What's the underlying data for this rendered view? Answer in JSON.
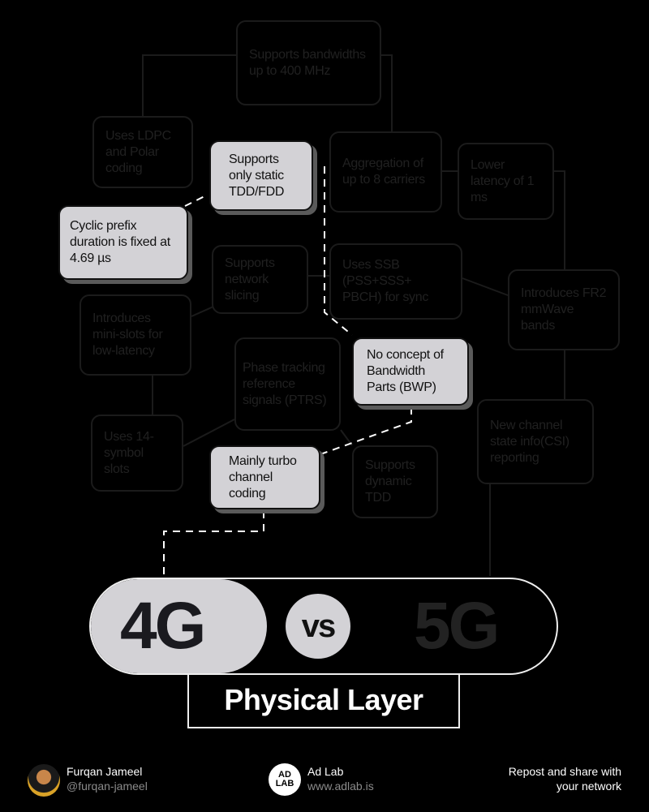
{
  "dim_boxes": [
    "Supports bandwidths up to 400 MHz",
    "Uses LDPC and Polar coding",
    "Aggregation of up to 8 carriers",
    "Lower latency of 1 ms",
    "Supports network slicing",
    "Uses SSB (PSS+SSS+ PBCH) for sync",
    "Introduces FR2 mmWave bands",
    "Introduces mini-slots for low-latency",
    "Phase tracking reference signals (PTRS)",
    "Uses 14-symbol slots",
    "Supports dynamic TDD",
    "New channel state info(CSI) reporting"
  ],
  "lit_boxes": [
    "Supports only static TDD/FDD",
    "Cyclic prefix duration is fixed at 4.69 µs",
    "No concept of Bandwidth Parts (BWP)",
    "Mainly turbo channel coding"
  ],
  "header": {
    "left": "4G",
    "vs": "vs",
    "right": "5G",
    "title": "Physical Layer"
  },
  "colors": {
    "highlight": "#d3d2d6",
    "background": "#000000",
    "dim": "#1b1b1b"
  },
  "footer": {
    "author_name": "Furqan Jameel",
    "author_handle": "@furqan-jameel",
    "brand_logo": "AD LAB",
    "brand_name": "Ad Lab",
    "brand_url": "www.adlab.is",
    "cta": "Repost and share with your network"
  }
}
